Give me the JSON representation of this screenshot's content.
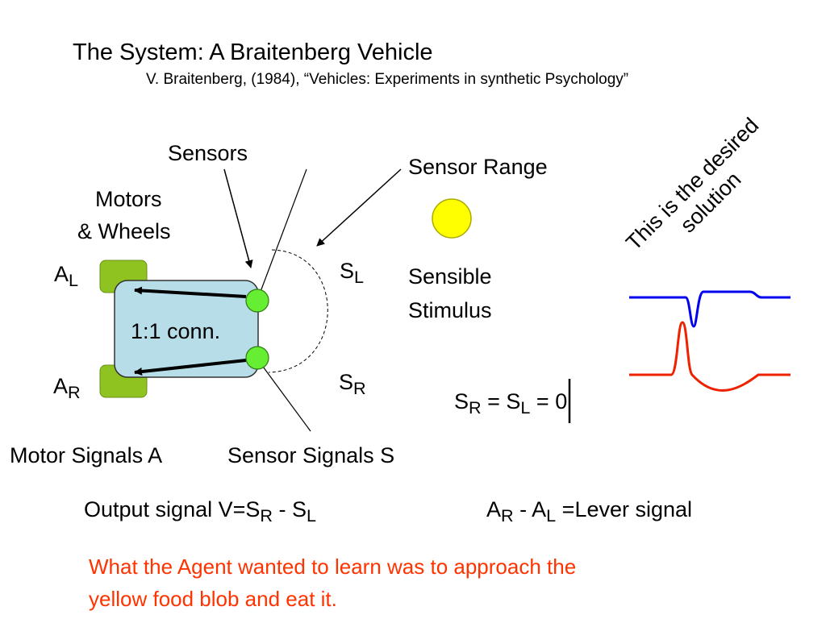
{
  "title": "The System: A Braitenberg Vehicle",
  "citation": "V. Braitenberg, (1984), “Vehicles: Experiments in synthetic Psychology”",
  "labels": {
    "sensors": "Sensors",
    "sensor_range": "Sensor Range",
    "motors_line1": "Motors",
    "motors_line2": "& Wheels",
    "al_main": "A",
    "al_sub": "L",
    "ar_main": "A",
    "ar_sub": "R",
    "sl_main": "S",
    "sl_sub": "L",
    "sr_main": "S",
    "sr_sub": "R",
    "connection": "1:1 conn.",
    "stimulus_line1": "Sensible",
    "stimulus_line2": "Stimulus",
    "motor_signals": "Motor Signals A",
    "sensor_signals": "Sensor Signals S"
  },
  "equation_zero": {
    "s1": "S",
    "s1_sub": "R",
    "mid": " = S",
    "s2_sub": "L",
    "end": " = 0"
  },
  "output_signal": {
    "prefix": "Output signal V=S",
    "sub1": "R",
    "minus": " - ",
    "s2": "S",
    "sub2": "L"
  },
  "lever_signal": {
    "a1": "A",
    "sub1": "R",
    "minus": " - ",
    "a2": "A",
    "sub2": "L",
    "suffix": " =Lever signal"
  },
  "desired": {
    "line1": "This is the desired",
    "line2": "solution"
  },
  "goal_text": {
    "line1": "What the Agent wanted to learn was to approach the",
    "line2": "yellow food blob and eat it."
  },
  "colors": {
    "vehicle_body": "#b7dde8",
    "wheel": "#8fc31f",
    "sensor": "#66ee33",
    "stimulus": "#ffff00",
    "sensor_signal_trace": "#0000ee",
    "motor_signal_trace": "#ee2200",
    "goal_text": "#ff3300"
  }
}
